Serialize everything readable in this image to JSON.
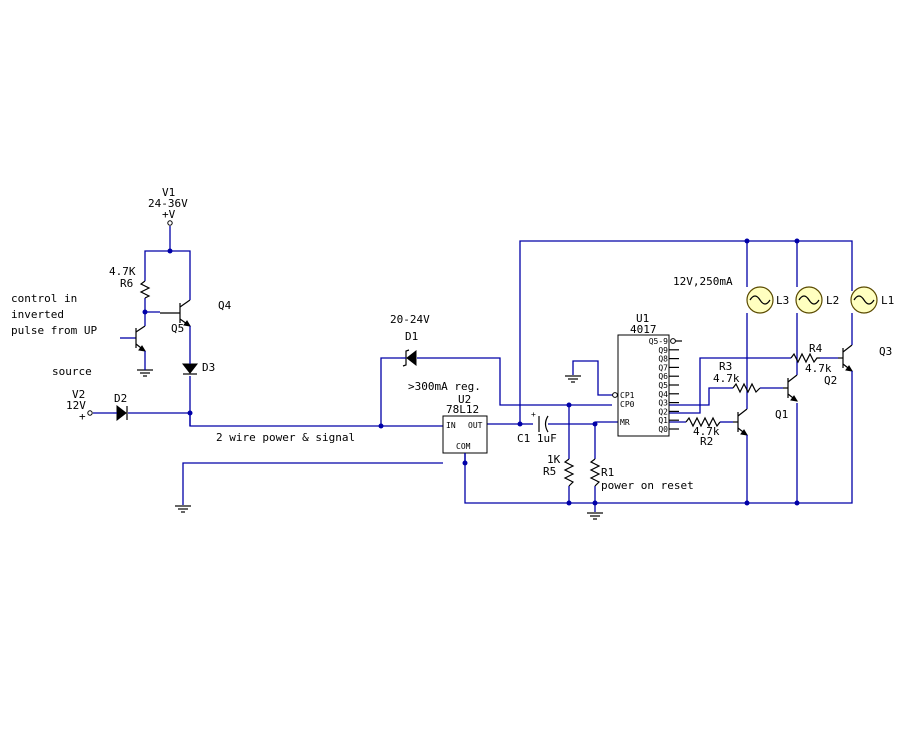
{
  "diagram": {
    "v1": {
      "ref": "V1",
      "value": "24-36V",
      "sign": "+V"
    },
    "r6": {
      "value": "4.7K",
      "ref": "R6"
    },
    "q4": {
      "ref": "Q4"
    },
    "q5": {
      "ref": "Q5"
    },
    "d3": {
      "ref": "D3"
    },
    "control": {
      "line1": "control in",
      "line2": "inverted",
      "line3": "pulse from UP"
    },
    "source": "source",
    "v2": {
      "ref": "V2",
      "value": "12V",
      "sign": "+"
    },
    "d2": {
      "ref": "D2"
    },
    "bus_label": "2 wire power & signal",
    "d1": {
      "value": "20-24V",
      "ref": "D1"
    },
    "reg_note": ">300mA reg.",
    "u2": {
      "ref": "U2",
      "part": "78L12",
      "pin_in": "IN",
      "pin_out": "OUT",
      "pin_com": "COM"
    },
    "c1": {
      "label": "C1 1uF",
      "polarity": "+"
    },
    "r5": {
      "value": "1K",
      "ref": "R5"
    },
    "r1": {
      "ref": "R1",
      "note": "power on reset"
    },
    "u1": {
      "ref": "U1",
      "part": "4017",
      "pins_left": [
        "CP1",
        "CP0",
        "MR"
      ],
      "pins_right": [
        "Q5-9",
        "Q9",
        "Q8",
        "Q7",
        "Q6",
        "Q5",
        "Q4",
        "Q3",
        "Q2",
        "Q1",
        "Q0"
      ]
    },
    "lamp_rating": "12V,250mA",
    "lamps": {
      "l1": "L1",
      "l2": "L2",
      "l3": "L3"
    },
    "r2": {
      "value": "4.7k",
      "ref": "R2"
    },
    "r3": {
      "ref": "R3",
      "value": "4.7k"
    },
    "r4": {
      "ref": "R4",
      "value": "4.7k"
    },
    "q1": {
      "ref": "Q1"
    },
    "q2": {
      "ref": "Q2"
    },
    "q3": {
      "ref": "Q3"
    }
  },
  "colors": {
    "wire": "#0000a8",
    "component": "#000000",
    "lamp_fill": "#ffffc0",
    "background": "#ffffff"
  }
}
